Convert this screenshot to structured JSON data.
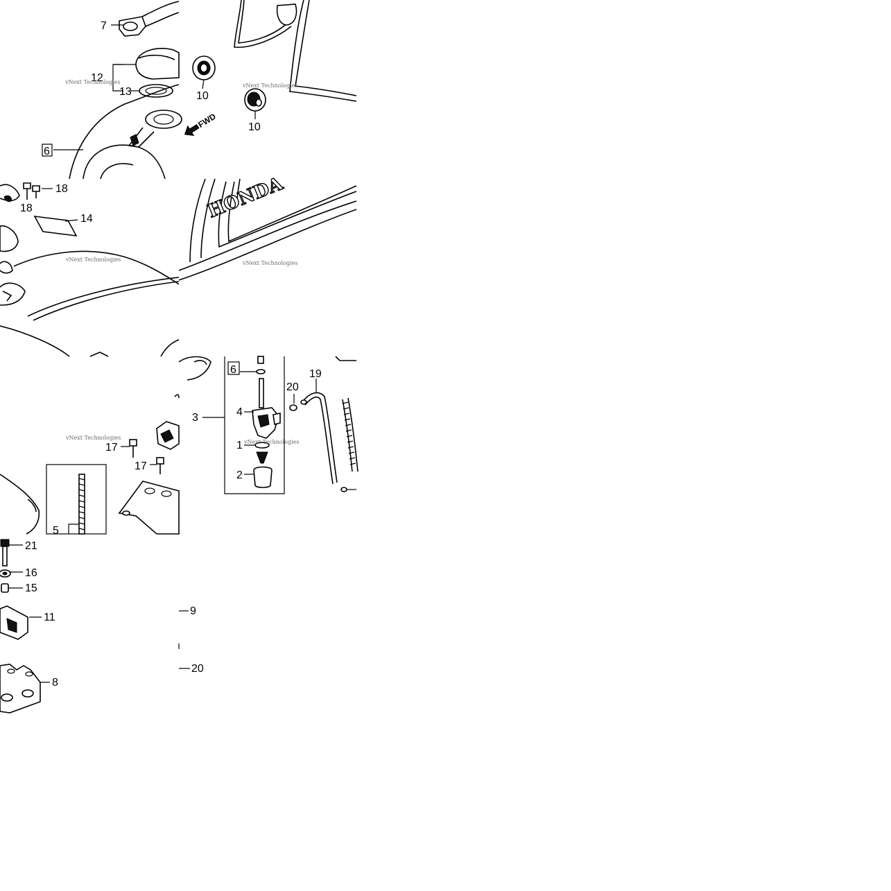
{
  "callouts": {
    "p1": "1",
    "p2": "2",
    "p3": "3",
    "p4": "4",
    "p5": "5",
    "p6a": "6",
    "p6b": "6",
    "p7": "7",
    "p8": "8",
    "p9": "9",
    "p10a": "10",
    "p10b": "10",
    "p11": "11",
    "p12": "12",
    "p13": "13",
    "p14": "14",
    "p15": "15",
    "p16": "16",
    "p17a": "17",
    "p17b": "17",
    "p18a": "18",
    "p18b": "18",
    "p19": "19",
    "p20a": "20",
    "p20b": "20",
    "p21": "21"
  },
  "direction_mark": "FWD",
  "brand_logo": "HONDA",
  "watermark": "vNext Technologies"
}
